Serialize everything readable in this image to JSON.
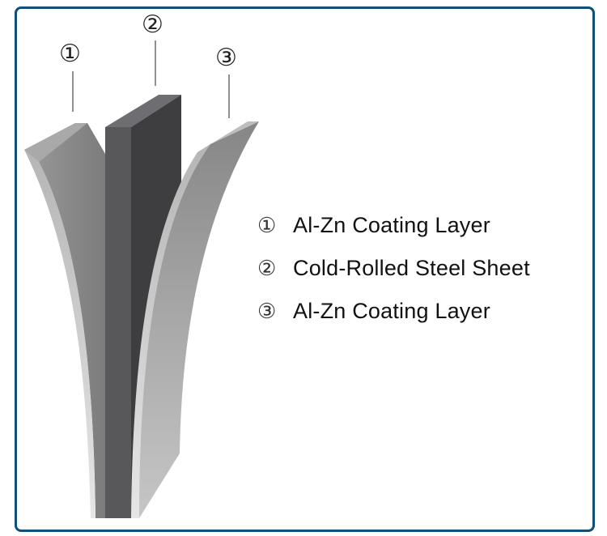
{
  "diagram": {
    "title": "",
    "callouts": [
      {
        "number": "①",
        "target": "Al-Zn Coating Layer (left)"
      },
      {
        "number": "②",
        "target": "Cold-Rolled Steel Sheet (center)"
      },
      {
        "number": "③",
        "target": "Al-Zn Coating Layer (right)"
      }
    ],
    "legend": [
      {
        "number": "①",
        "label": "Al-Zn Coating Layer"
      },
      {
        "number": "②",
        "label": "Cold-Rolled Steel Sheet"
      },
      {
        "number": "③",
        "label": "Al-Zn Coating Layer"
      }
    ],
    "colors": {
      "border": "#0e4f7b",
      "coating_light": "#c8c8c8",
      "coating_mid": "#8f8f8f",
      "steel_dark": "#3e3e40",
      "steel_mid": "#58585b"
    }
  }
}
